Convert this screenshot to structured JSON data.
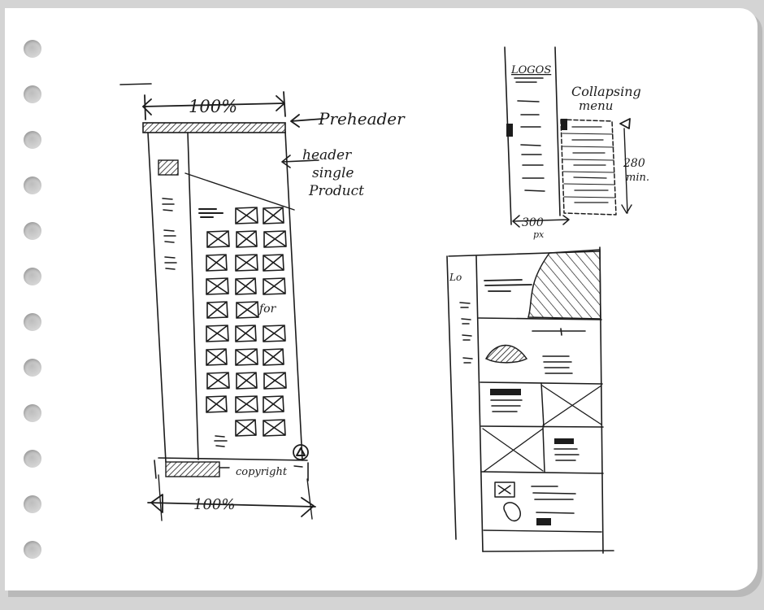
{
  "annotations": {
    "width_top": "100%",
    "preheader": "Preheader",
    "header_line1": "header",
    "header_line2": "single",
    "header_line3": "Product",
    "copyright": "copyright",
    "width_bottom": "100%",
    "logo": "LOGOS",
    "collapsing_line1": "Collapsing",
    "collapsing_line2": "menu",
    "min_height_line1": "280",
    "min_height_line2": "min.",
    "menu_width_line1": "300",
    "menu_width_line2": "px",
    "grid_for": "for",
    "small_logo": "Lo"
  },
  "colors": {
    "ink": "#1c1c1c",
    "paper": "#ffffff",
    "background": "#d4d4d4",
    "binder_hole": "#c8c8c8"
  },
  "icons": {
    "binder_holes": "circle-hole-icon",
    "placeholder": "crossed-box-icon",
    "scroll_top": "arrow-up-circle-icon",
    "dimension": "double-arrow-icon"
  }
}
